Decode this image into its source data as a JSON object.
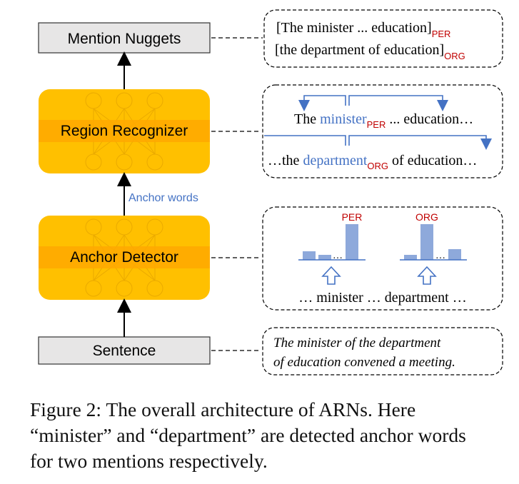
{
  "diagram": {
    "boxes": {
      "mention_nuggets": "Mention Nuggets",
      "region_recognizer": "Region Recognizer",
      "anchor_detector": "Anchor Detector",
      "sentence": "Sentence"
    },
    "anchor_words_label": "Anchor words",
    "nuggets_panel": {
      "line1_text": "[The minister ... education]",
      "line1_tag": "PER",
      "line2_text": "[the department of education]",
      "line2_tag": "ORG"
    },
    "region_panel": {
      "line1_prefix": "The ",
      "line1_anchor": "minister",
      "line1_tag": "PER",
      "line1_suffix": " ... education…",
      "line2_prefix": "…the ",
      "line2_anchor": "department",
      "line2_tag": "ORG",
      "line2_suffix": " of education…"
    },
    "anchor_panel": {
      "label_left": "PER",
      "label_right": "ORG",
      "dots": "…",
      "text": "… minister … department …"
    },
    "sentence_panel": {
      "line1": "The minister of the department",
      "line2": "of education convened a meeting."
    },
    "colors": {
      "nn_fill": "#FFC000",
      "nn_band": "#FFA800",
      "blue": "#4472C4",
      "bar": "#8EA9DB",
      "tag_red": "#C00000",
      "box_fill": "#E7E6E6"
    }
  },
  "caption": {
    "line1": "Figure 2:  The overall architecture of ARNs.  Here",
    "line2": "“minister” and “department” are detected anchor words",
    "line3": "for two mentions respectively."
  }
}
